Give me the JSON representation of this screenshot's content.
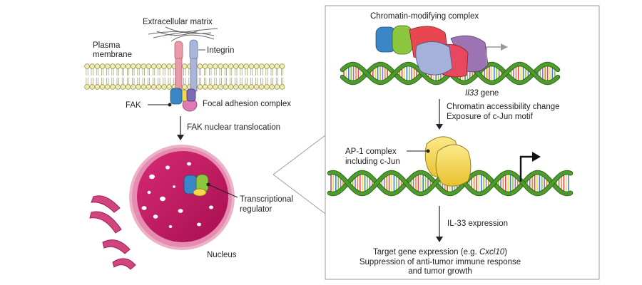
{
  "left": {
    "extracellular_matrix": "Extracellular matrix",
    "plasma_membrane_line1": "Plasma",
    "plasma_membrane_line2": "membrane",
    "integrin": "Integrin",
    "fak": "FAK",
    "focal_adhesion_complex": "Focal adhesion complex",
    "fak_nuclear_translocation": "FAK nuclear translocation",
    "transcriptional_regulator_line1": "Transcriptional",
    "transcriptional_regulator_line2": "regulator",
    "nucleus": "Nucleus"
  },
  "right": {
    "chromatin_modifying_complex": "Chromatin-modifying complex",
    "gene_italic": "Il33",
    "gene_suffix": " gene",
    "accessibility_change": "Chromatin accessibility change",
    "exposure": "Exposure of c-Jun motif",
    "ap1_line1": "AP-1 complex",
    "ap1_line2": "including c-Jun",
    "il33_expression": "IL-33 expression",
    "target_prefix": "Target gene expression (e.g. ",
    "target_italic": "Cxcl10",
    "target_suffix": ")",
    "suppression_line1": "Suppression of anti-tumor immune response",
    "suppression_line2": "and tumor growth"
  },
  "colors": {
    "membrane_head": "#f2eeb0",
    "nucleus": "#c8155f",
    "nucleus_rim": "#ea9ab9",
    "dna_backbone": "#4f9b2e",
    "ap1": "#f6d94a",
    "fak_blue": "#3a86c6",
    "regulator_green": "#8cc63f"
  }
}
